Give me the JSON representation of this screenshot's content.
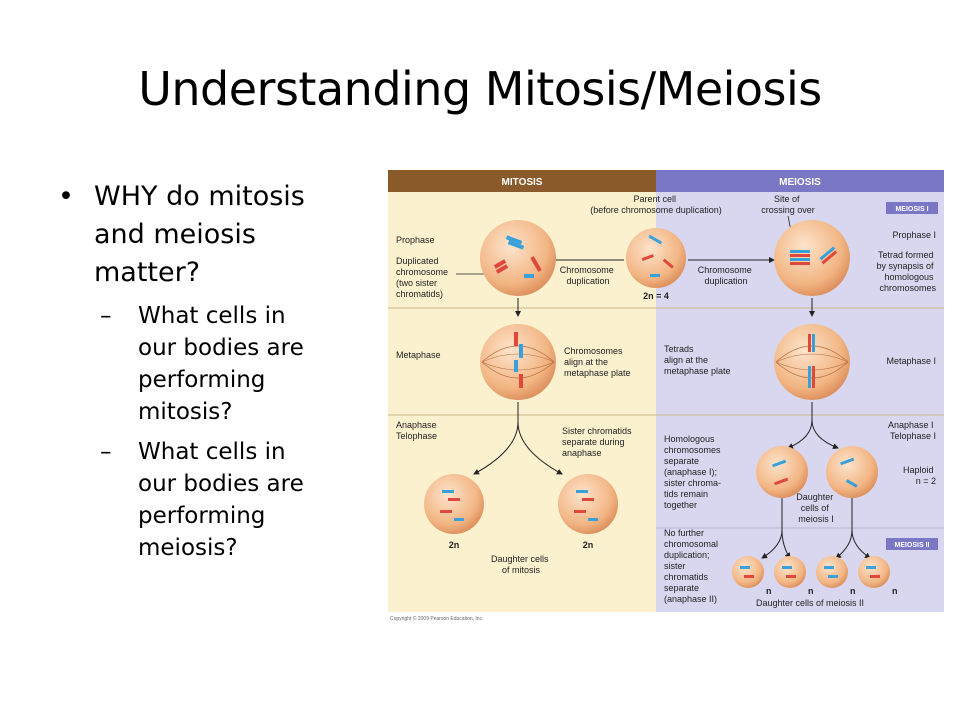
{
  "slide": {
    "title": "Understanding Mitosis/Meiosis",
    "bullet_main": [
      "WHY do mitosis",
      "and meiosis",
      "matter?"
    ],
    "sub1": [
      "What cells in",
      "our bodies are",
      "performing",
      "mitosis?"
    ],
    "sub2": [
      "What cells in",
      "our bodies are",
      "performing",
      "meiosis?"
    ]
  },
  "diagram": {
    "header_mitosis": "MITOSIS",
    "header_meiosis": "MEIOSIS",
    "badge_meiosis1": "MEIOSIS I",
    "badge_meiosis2": "MEIOSIS II",
    "parent_cell": [
      "Parent cell",
      "(before chromosome duplication)"
    ],
    "site_crossing": [
      "Site of",
      "crossing over"
    ],
    "prophase": "Prophase",
    "prophase1": "Prophase I",
    "duplicated": [
      "Duplicated",
      "chromosome",
      "(two sister",
      "chromatids)"
    ],
    "chrom_dup_left": [
      "Chromosome",
      "duplication"
    ],
    "chrom_dup_right": [
      "Chromosome",
      "duplication"
    ],
    "tetrad": [
      "Tetrad formed",
      "by synapsis of",
      "homologous",
      "chromosomes"
    ],
    "two_n_4": "2n = 4",
    "metaphase": "Metaphase",
    "metaphase1": "Metaphase I",
    "chrom_align": [
      "Chromosomes",
      "align at the",
      "metaphase plate"
    ],
    "tetrads_align": [
      "Tetrads",
      "align at the",
      "metaphase plate"
    ],
    "anaphase": [
      "Anaphase",
      "Telophase"
    ],
    "anaphase1": [
      "Anaphase I",
      "Telophase I"
    ],
    "sister_sep": [
      "Sister chromatids",
      "separate during",
      "anaphase"
    ],
    "homologous_sep": [
      "Homologous",
      "chromosomes",
      "separate",
      "(anaphase I);",
      "sister chroma-",
      "tids remain",
      "together"
    ],
    "haploid": [
      "Haploid",
      "n = 2"
    ],
    "daughter_meiosis1": [
      "Daughter",
      "cells of",
      "meiosis I"
    ],
    "two_n": "2n",
    "n": "n",
    "daughter_mitosis": [
      "Daughter cells",
      "of mitosis"
    ],
    "no_further": [
      "No further",
      "chromosomal",
      "duplication;",
      "sister",
      "chromatids",
      "separate",
      "(anaphase II)"
    ],
    "daughter_meiosis2": "Daughter cells of meiosis II",
    "copyright": "Copyright © 2009 Pearson Education, Inc.",
    "colors": {
      "mitosis_bg": "#fbf1cf",
      "meiosis_bg": "#d9d7ef",
      "mitosis_header": "#8a5a2a",
      "meiosis_header": "#7a78c4",
      "cell_fill": "#f0b27e",
      "chrom_red": "#e0483c",
      "chrom_blue": "#3aa0da"
    }
  }
}
